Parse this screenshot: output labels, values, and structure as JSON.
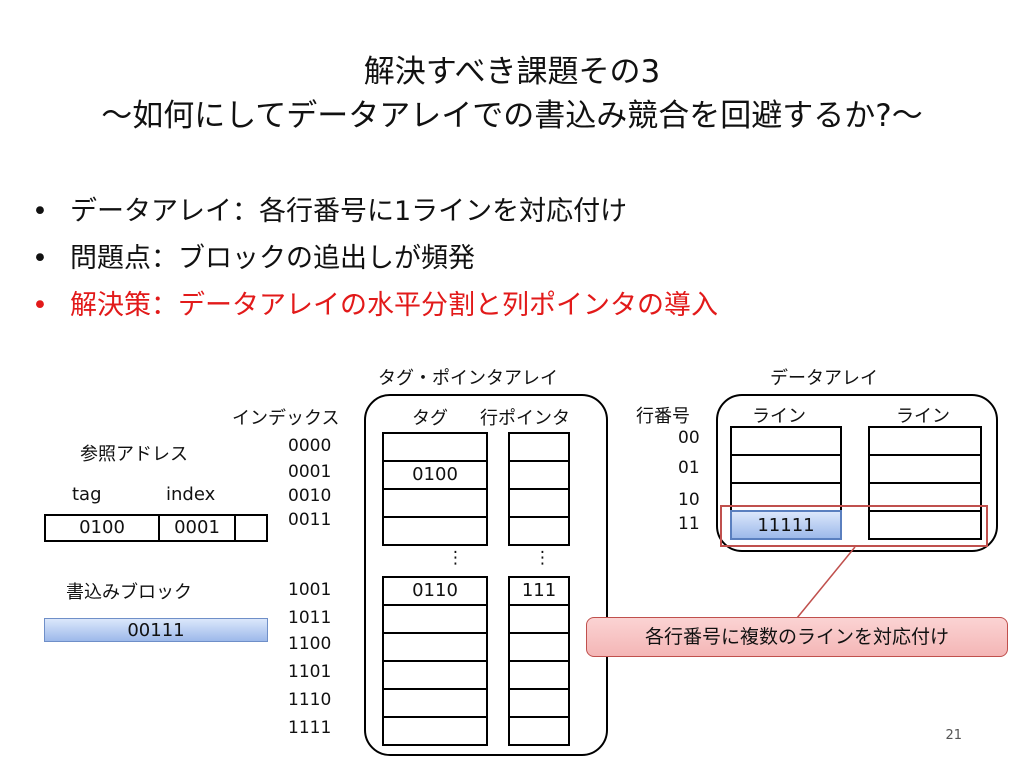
{
  "slide": {
    "title_line1": "解決すべき課題その3",
    "title_line2": "～如何にしてデータアレイでの書込み競合を回避するか?～",
    "bullets": [
      {
        "text": "データアレイ：各行番号に1ラインを対応付け",
        "color": "#000000"
      },
      {
        "text": "問題点：ブロックの追出しが頻発",
        "color": "#000000"
      },
      {
        "text": "解決策：データアレイの水平分割と列ポインタの導入",
        "color": "#e21a1a"
      }
    ],
    "bullet_symbol": "•",
    "page_number": "21"
  },
  "address": {
    "title": "参照アドレス",
    "tag_label": "tag",
    "index_label": "index",
    "tag_value": "0100",
    "index_value": "0001"
  },
  "write_block": {
    "title": "書込みブロック",
    "value": "00111"
  },
  "tag_pointer_array": {
    "title": "タグ・ポインタアレイ",
    "index_header": "インデックス",
    "tag_header": "タグ",
    "pointer_header": "行ポインタ",
    "top_indices": [
      "0000",
      "0001",
      "0010",
      "0011"
    ],
    "top_tags": [
      "",
      "0100",
      "",
      ""
    ],
    "top_pointers": [
      "",
      "",
      "",
      ""
    ],
    "ellipsis": "⋮",
    "bottom_indices": [
      "1001",
      "1011",
      "1100",
      "1101",
      "1110",
      "1111"
    ],
    "bottom_tags": [
      "0110",
      "",
      "",
      "",
      "",
      ""
    ],
    "bottom_pointers": [
      "111",
      "",
      "",
      "",
      "",
      ""
    ]
  },
  "data_array": {
    "title": "データアレイ",
    "row_header": "行番号",
    "col_headers": [
      "ライン",
      "ライン"
    ],
    "rows": [
      "00",
      "01",
      "10",
      "11"
    ],
    "highlight_value": "11111"
  },
  "callout": {
    "text": "各行番号に複数のラインを対応付け",
    "fill": "#f4b6b6",
    "border": "#c0504d"
  },
  "colors": {
    "accent_red": "#e21a1a",
    "block_blue": "#9db9ea"
  }
}
